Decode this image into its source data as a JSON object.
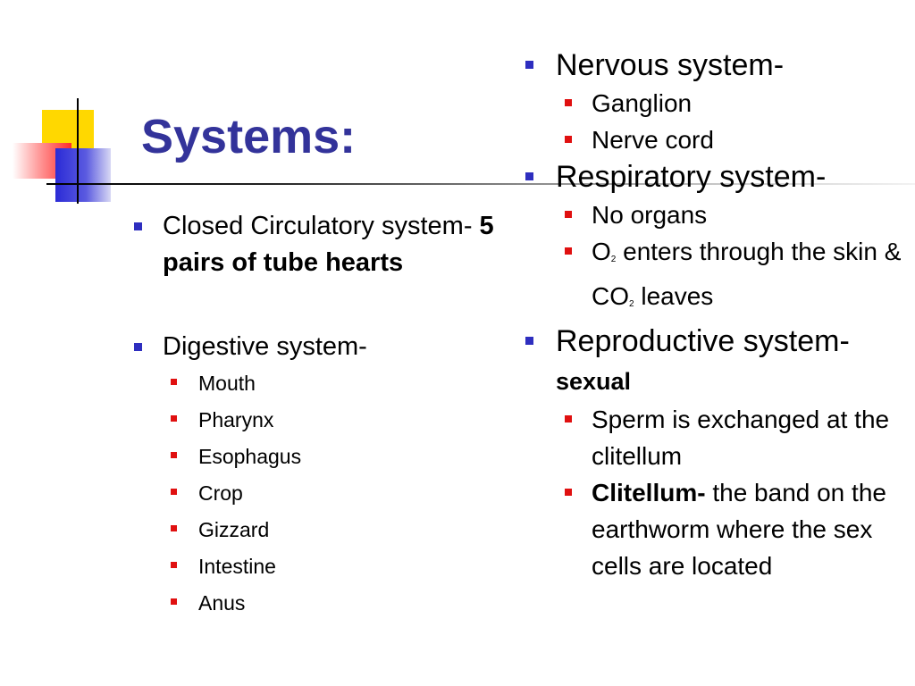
{
  "title": "Systems:",
  "left": {
    "circ_pre": "Closed Circulatory system- ",
    "circ_bold": "5 pairs of tube hearts",
    "digestive": "Digestive system-",
    "digestive_parts": [
      "Mouth",
      "Pharynx",
      "Esophagus",
      "Crop",
      "Gizzard",
      "Intestine",
      "Anus"
    ]
  },
  "right": {
    "nervous": "Nervous system-",
    "nervous_parts": [
      "Ganglion",
      "Nerve cord"
    ],
    "respiratory": "Respiratory system-",
    "no_organs": "No organs",
    "o2_a": "O",
    "o2_sub": "2",
    "o2_b": " enters through the skin & CO",
    "co2_sub": "2",
    "o2_c": " leaves",
    "reproductive": "Reproductive system- ",
    "reproductive_bold": "sexual",
    "sperm": "Sperm is exchanged at the clitellum",
    "clitellum_bold": "Clitellum-",
    "clitellum_rest": " the band on the earthworm where the sex cells are located"
  }
}
